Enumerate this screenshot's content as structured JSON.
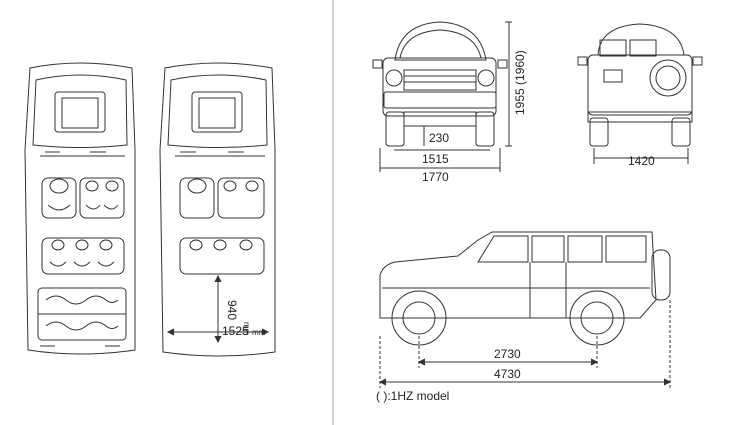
{
  "dimensions": {
    "ground_clearance": "230",
    "front_tread": "1515",
    "overall_width": "1770",
    "overall_height": "1955 (1960)",
    "rear_tread": "1420",
    "wheelbase": "2730",
    "overall_length": "4730",
    "cargo_length": "940",
    "cargo_width": "1525",
    "unit": "mm"
  },
  "note": "( ):1HZ model",
  "colors": {
    "line": "#333333",
    "background": "#ffffff"
  }
}
